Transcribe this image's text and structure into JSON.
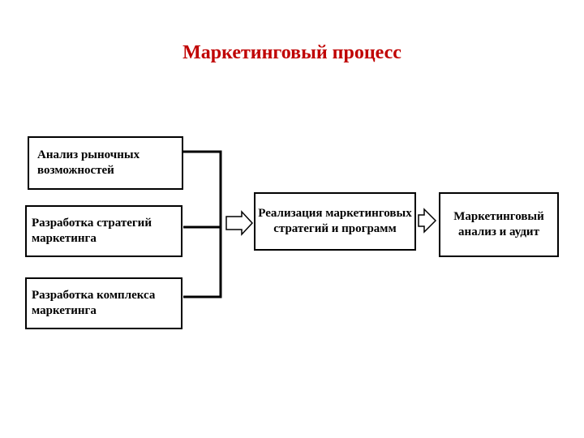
{
  "title": "Маркетинговый процесс",
  "boxes": {
    "market_analysis": "Анализ рыночных возможностей",
    "strategy_development": "Разработка стратегий маркетинга",
    "mix_development": "Разработка комплекса маркетинга",
    "implementation": "Реализация маркетинговых стратегий и программ",
    "analysis_audit": "Маркетинговый анализ и аудит"
  },
  "colors": {
    "title": "#c00000",
    "lines": "#000000"
  }
}
